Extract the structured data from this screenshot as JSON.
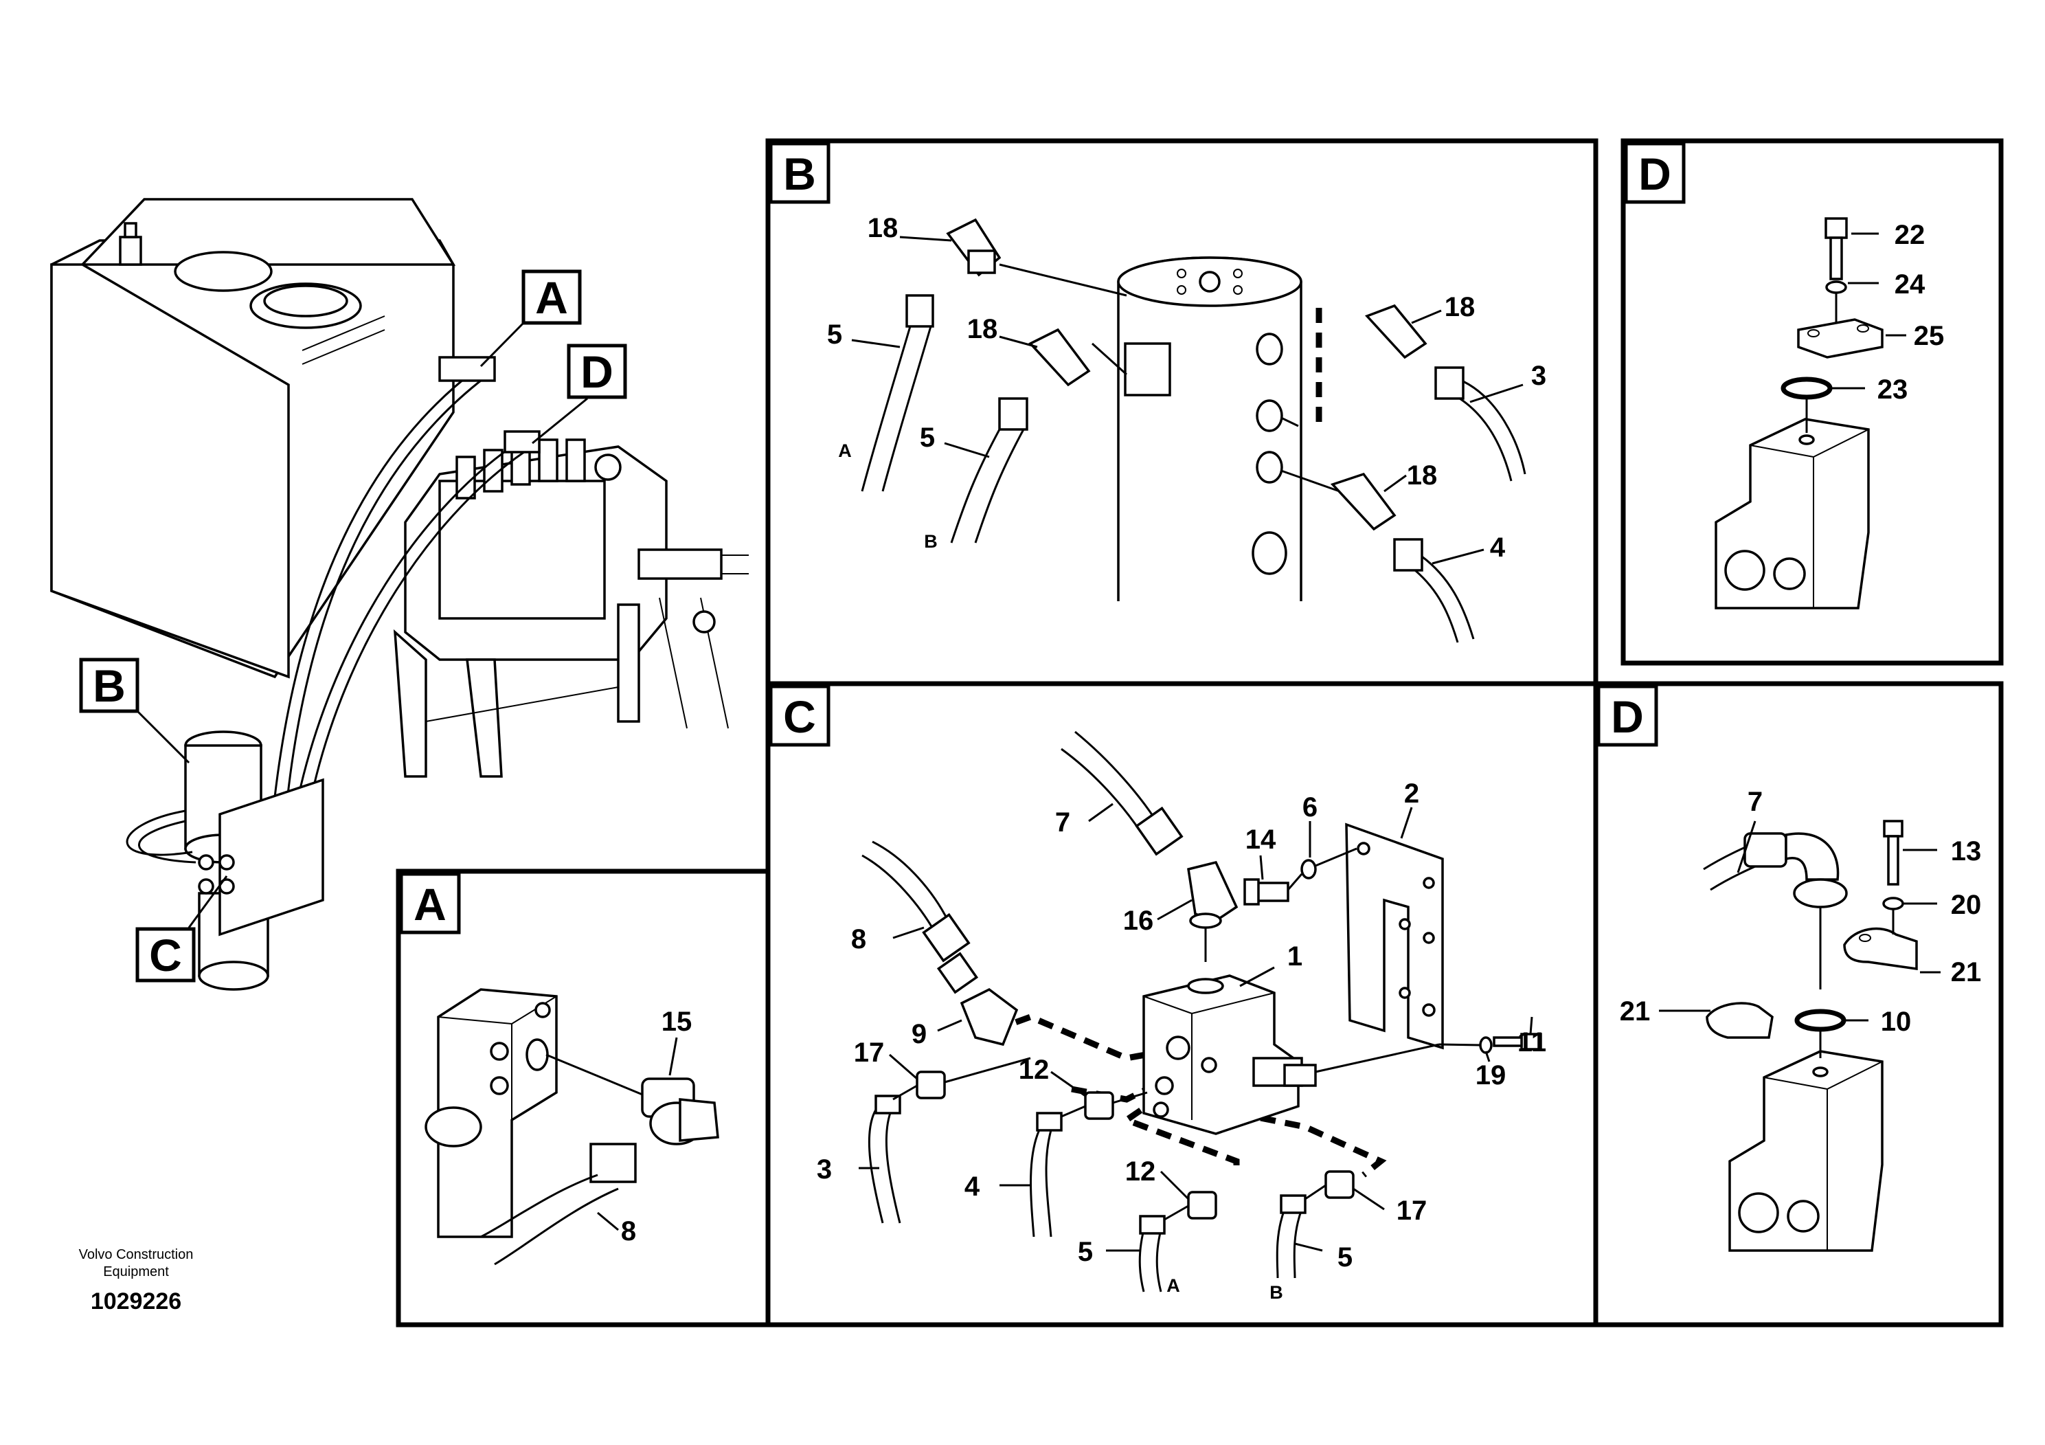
{
  "overview": {
    "callouts": [
      "A",
      "D",
      "B",
      "C"
    ]
  },
  "panel_b": {
    "tag": "B",
    "labels": [
      "18",
      "5",
      "18",
      "5",
      "18",
      "3",
      "18",
      "4"
    ],
    "sublabels": [
      "A",
      "B"
    ]
  },
  "panel_d_top": {
    "tag": "D",
    "labels": [
      "22",
      "24",
      "25",
      "23"
    ]
  },
  "panel_a": {
    "tag": "A",
    "labels": [
      "15",
      "8"
    ]
  },
  "panel_c": {
    "tag": "C",
    "labels": [
      "7",
      "14",
      "6",
      "2",
      "16",
      "1",
      "8",
      "9",
      "17",
      "12",
      "19",
      "11",
      "3",
      "4",
      "12",
      "17",
      "5",
      "5"
    ],
    "sublabels": [
      "A",
      "B"
    ]
  },
  "panel_d_bottom": {
    "tag": "D",
    "labels": [
      "7",
      "13",
      "20",
      "21",
      "21",
      "10"
    ]
  },
  "footer": {
    "company_line1": "Volvo Construction",
    "company_line2": "Equipment",
    "drawing_number": "1029226"
  }
}
